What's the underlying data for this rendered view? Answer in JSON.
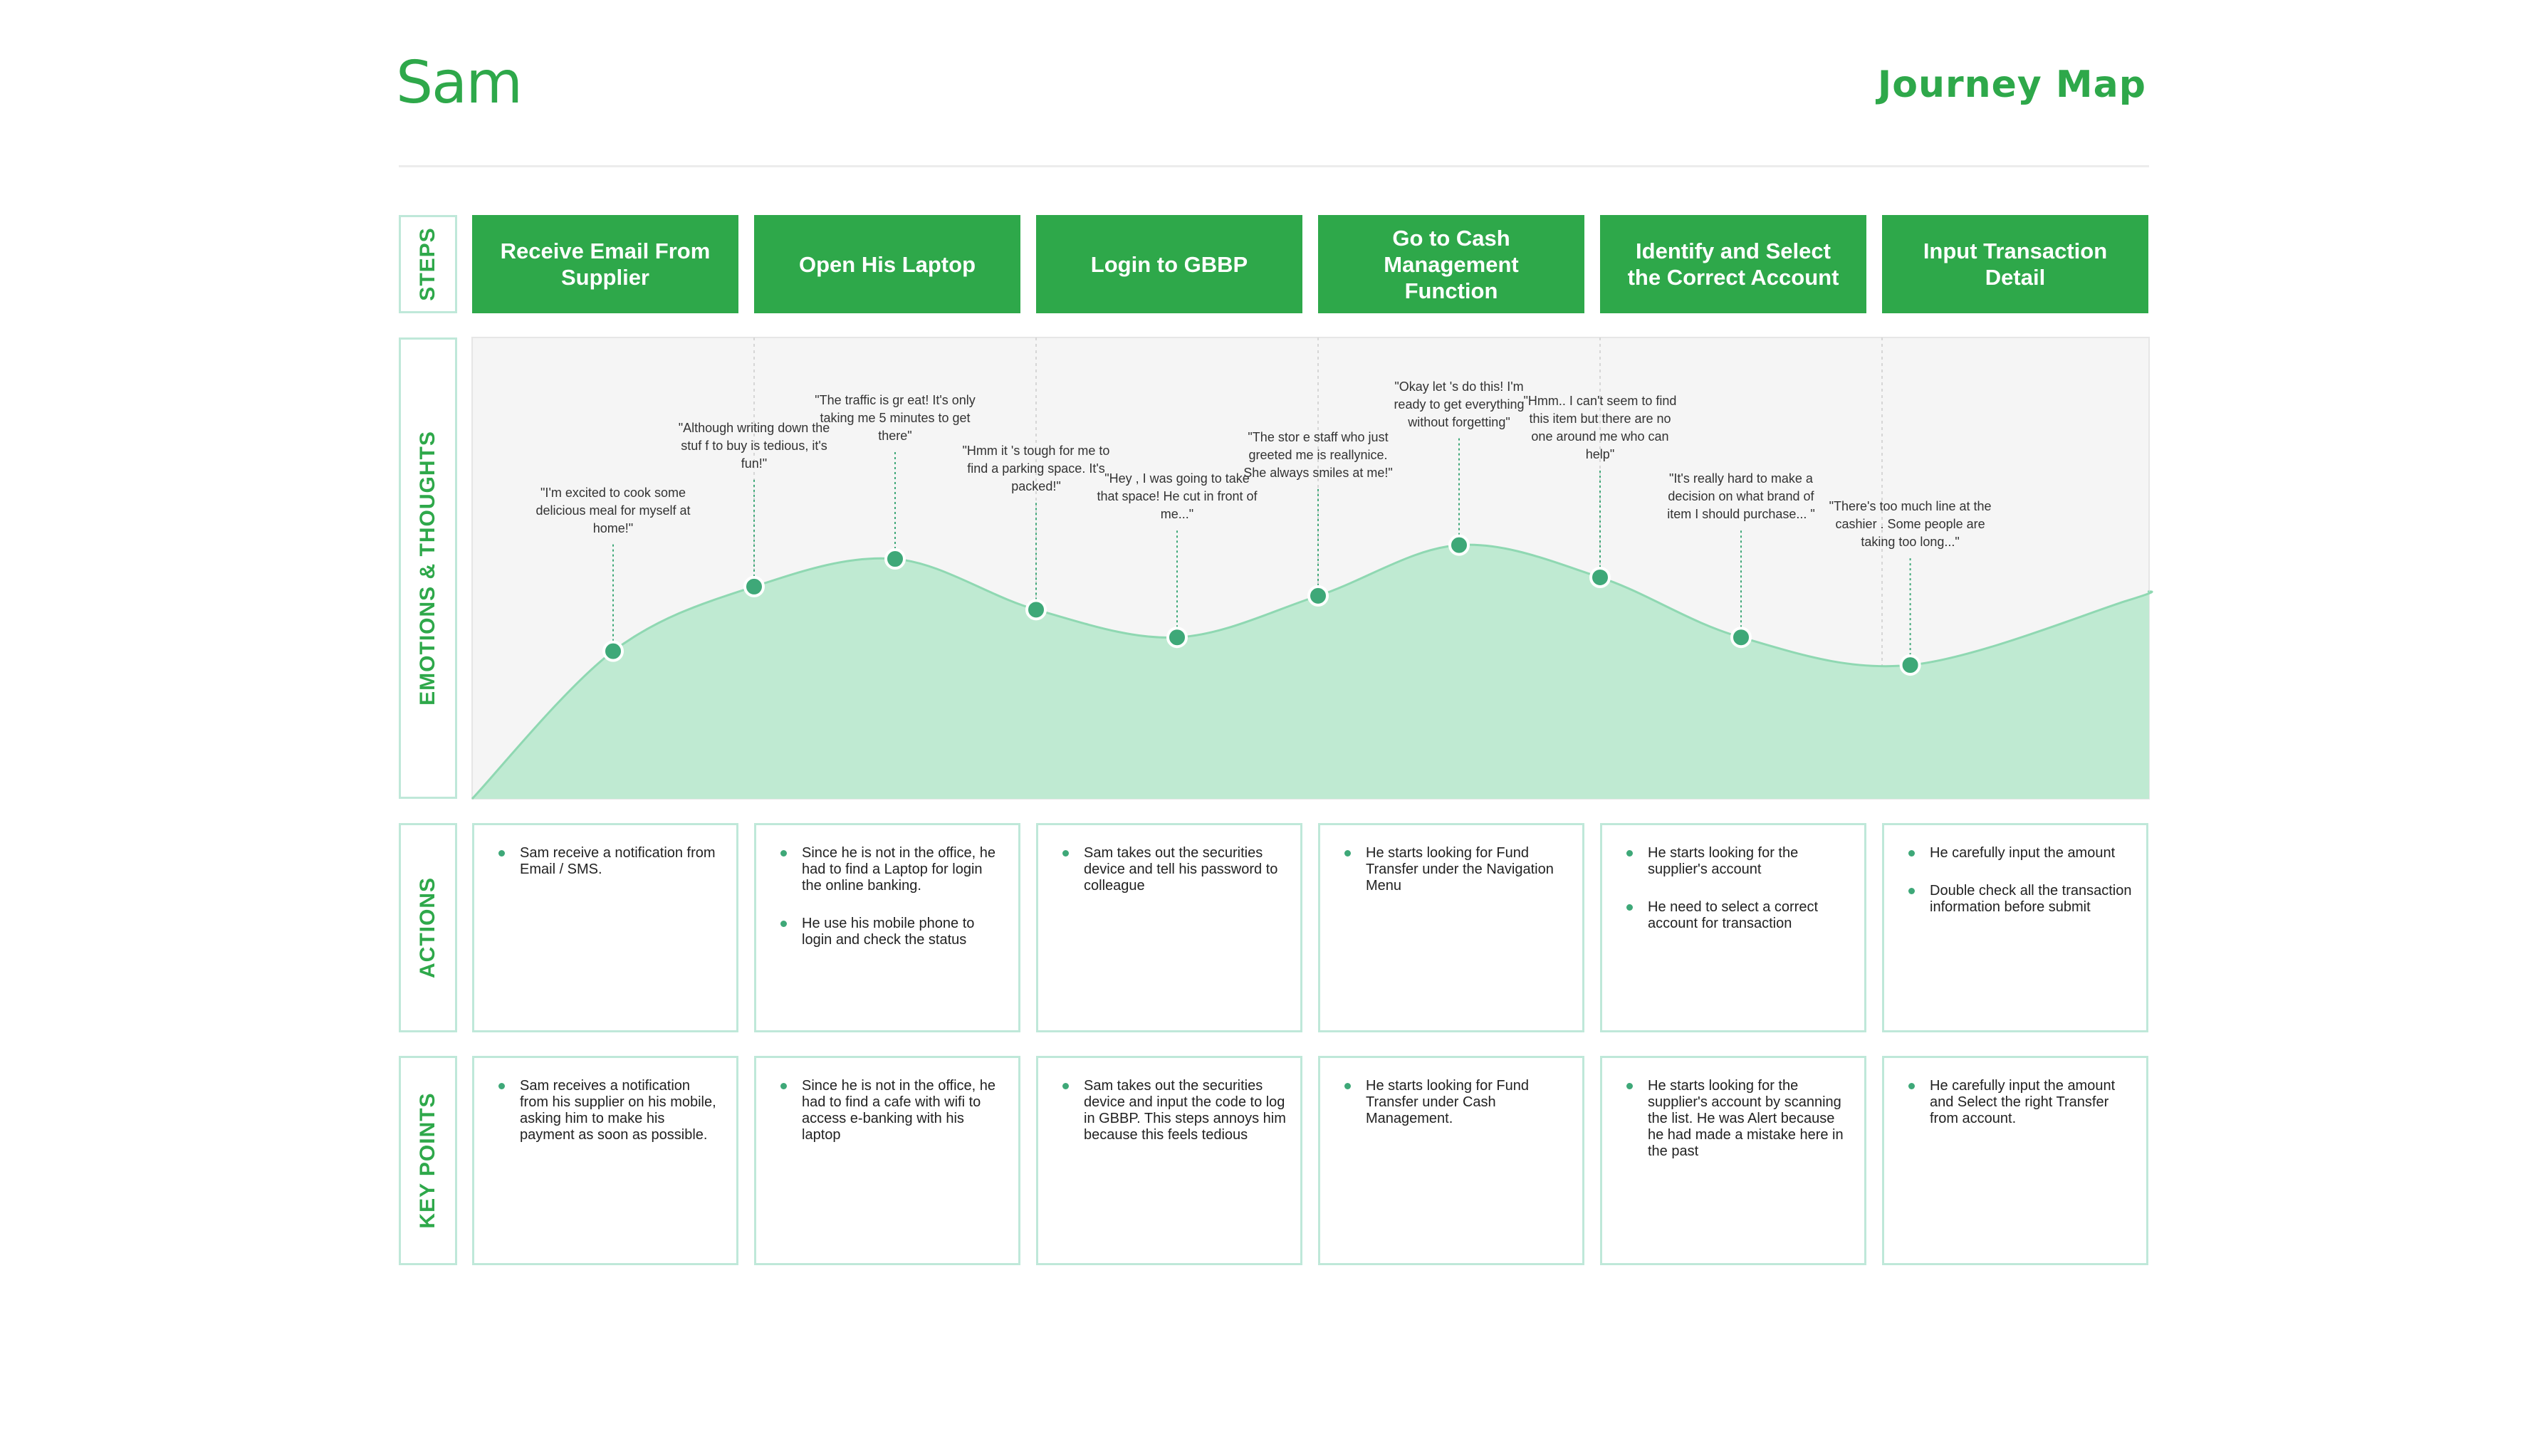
{
  "header": {
    "persona": "Sam",
    "title": "Journey Map"
  },
  "colors": {
    "brand_green": "#2ea84a",
    "curve_fill": "#bfead2",
    "curve_stroke": "#8fd8b2",
    "point": "#3ea878",
    "label_border": "#bfe8d9",
    "panel_bg": "#f5f5f5"
  },
  "row_labels": {
    "steps": "STEPS",
    "emotions": "EMOTIONS & THOUGHTS",
    "actions": "ACTIONS",
    "key_points": "KEY POINTS"
  },
  "steps": [
    "Receive Email From Supplier",
    "Open His Laptop",
    "Login to GBBP",
    "Go to Cash Management Function",
    "Identify and Select the Correct Account",
    "Input Transaction Detail"
  ],
  "chart_data": {
    "type": "area",
    "ylim": [
      0,
      100
    ],
    "grid": false,
    "emotion_points": [
      {
        "x": 0.5,
        "y": 32,
        "quote": "\"I'm excited to cook some delicious meal for myself  at home!\""
      },
      {
        "x": 1.0,
        "y": 46,
        "quote": "\"Although writing down the stuf f to buy is tedious,  it's fun!\""
      },
      {
        "x": 1.5,
        "y": 52,
        "quote": "\"The traffic is gr eat! It's only taking me 5 minutes to get there\""
      },
      {
        "x": 2.0,
        "y": 41,
        "quote": "\"Hmm it  's tough for me to find a parking space. It's packed!\""
      },
      {
        "x": 2.5,
        "y": 35,
        "quote": "\"Hey , I was going to take that space! He cut in front of  me...\""
      },
      {
        "x": 3.0,
        "y": 44,
        "quote": "\"The stor e staff who just greeted me is reallynice. She always smiles at me!\""
      },
      {
        "x": 3.5,
        "y": 55,
        "quote": "\"Okay let  's do this! I'm ready to get everything without forgetting\""
      },
      {
        "x": 4.0,
        "y": 48,
        "quote": "\"Hmm..  I can't seem to find this item but there are no one around me who can help\""
      },
      {
        "x": 4.5,
        "y": 35,
        "quote": "\"It's really hard to make a decision on what brand of  item I should purchase...  \""
      },
      {
        "x": 5.1,
        "y": 29,
        "quote": "\"There's too much line at the cashier   . Some people are taking too long...\""
      }
    ]
  },
  "actions": [
    [
      "Sam receive a notification from Email / SMS."
    ],
    [
      "Since he is not in the office, he had to find a Laptop for login the online banking.",
      "He use his mobile phone to login and check the status"
    ],
    [
      "Sam takes out the securities device and tell his password to colleague"
    ],
    [
      "He starts looking for Fund Transfer under the Navigation Menu"
    ],
    [
      "He starts looking for the supplier's account",
      "He need to select a correct account for transaction"
    ],
    [
      "He carefully input the amount",
      "Double check all the transaction information before submit"
    ]
  ],
  "key_points": [
    [
      "Sam receives a notification from his supplier on his mobile, asking him to make his payment as soon as possible."
    ],
    [
      "Since he is not in the office, he had to find a cafe with wifi to access e-banking with his laptop"
    ],
    [
      "Sam takes out the securities device and input the code to log in GBBP. This steps annoys him because this feels tedious"
    ],
    [
      "He starts looking for Fund Transfer under Cash Management."
    ],
    [
      "He starts looking for the supplier's account by scanning the list. He was Alert because he had made a mistake here in the past"
    ],
    [
      "He carefully input the amount and Select the right Transfer from account."
    ]
  ]
}
